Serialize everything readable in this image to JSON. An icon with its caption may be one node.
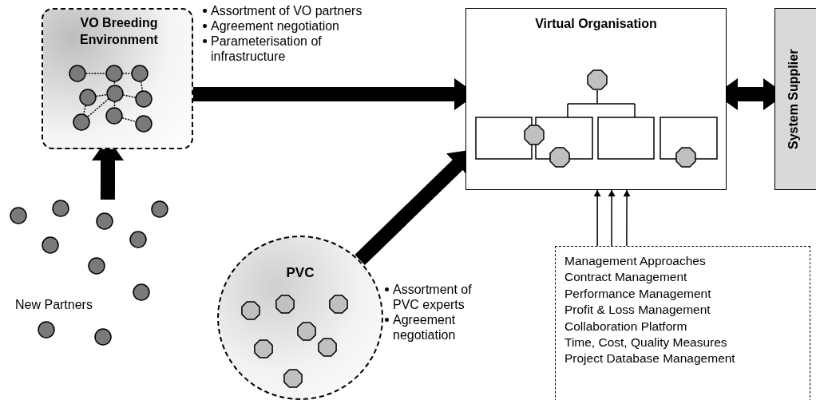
{
  "diagram": {
    "nodes": [
      {
        "text": [
          "VO Breeding Environment"
        ]
      },
      {
        "text": [
          "New Partners"
        ]
      },
      {
        "text": [
          "PVC"
        ]
      },
      {
        "text": [
          "Virtual Organisation"
        ]
      },
      {
        "text": [
          "System Supplier"
        ]
      },
      {
        "text": [
          "Management Approaches",
          "Contract Management",
          "Performance Management",
          "Profit & Loss Management",
          "Collaboration Platform",
          "Time, Cost, Quality Measures",
          "Project Database Management"
        ]
      }
    ],
    "edges": [
      {
        "from": 1,
        "to": 0,
        "arrow": "to"
      },
      {
        "from": 0,
        "to": 3,
        "arrow": "to"
      },
      {
        "from": 2,
        "to": 3,
        "arrow": "to"
      },
      {
        "from": 3,
        "to": 4,
        "arrow": "both"
      },
      {
        "from": 5,
        "to": 3,
        "arrow": "to"
      },
      {
        "from": 5,
        "to": 3,
        "arrow": "to"
      },
      {
        "from": 5,
        "to": 3,
        "arrow": "to"
      }
    ],
    "labels": [
      "Assortment of VO partners",
      "Agreement negotiation",
      "Parameterisation of infrastructure",
      "Assortment of PVC experts",
      "Agreement negotiation"
    ]
  }
}
